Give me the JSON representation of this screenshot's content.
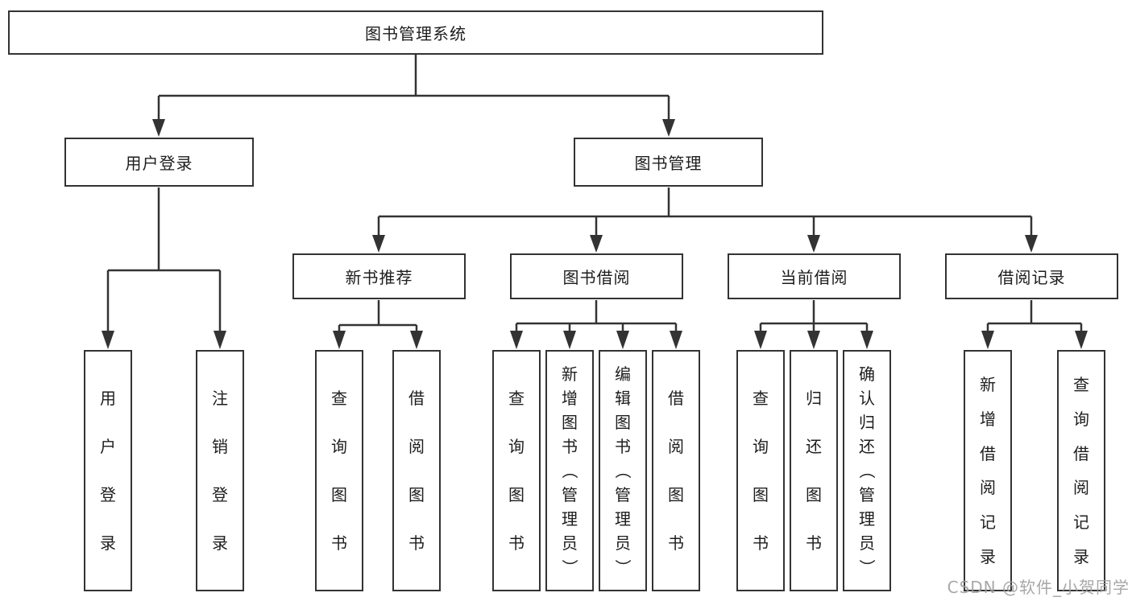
{
  "colors": {
    "background": "#ffffff",
    "line": "#333333",
    "node_border": "#333333",
    "node_text": "#1d1d1d",
    "watermark": "#9e9e9e"
  },
  "tree": {
    "root": {
      "label": "图书管理系统"
    },
    "branches": [
      {
        "label": "用户登录",
        "children": [
          {
            "label": "用户登录"
          },
          {
            "label": "注销登录"
          }
        ]
      },
      {
        "label": "图书管理",
        "groups": [
          {
            "label": "新书推荐",
            "children": [
              {
                "label": "查询图书"
              },
              {
                "label": "借阅图书"
              }
            ]
          },
          {
            "label": "图书借阅",
            "children": [
              {
                "label": "查询图书"
              },
              {
                "label": "新增图书（管理员）"
              },
              {
                "label": "编辑图书（管理员）"
              },
              {
                "label": "借阅图书"
              }
            ]
          },
          {
            "label": "当前借阅",
            "children": [
              {
                "label": "查询图书"
              },
              {
                "label": "归还图书"
              },
              {
                "label": "确认归还（管理员）"
              }
            ]
          },
          {
            "label": "借阅记录",
            "children": [
              {
                "label": "新增借阅记录"
              },
              {
                "label": "查询借阅记录"
              }
            ]
          }
        ]
      }
    ]
  },
  "watermark": {
    "text": "CSDN @软件_小贺同学"
  }
}
